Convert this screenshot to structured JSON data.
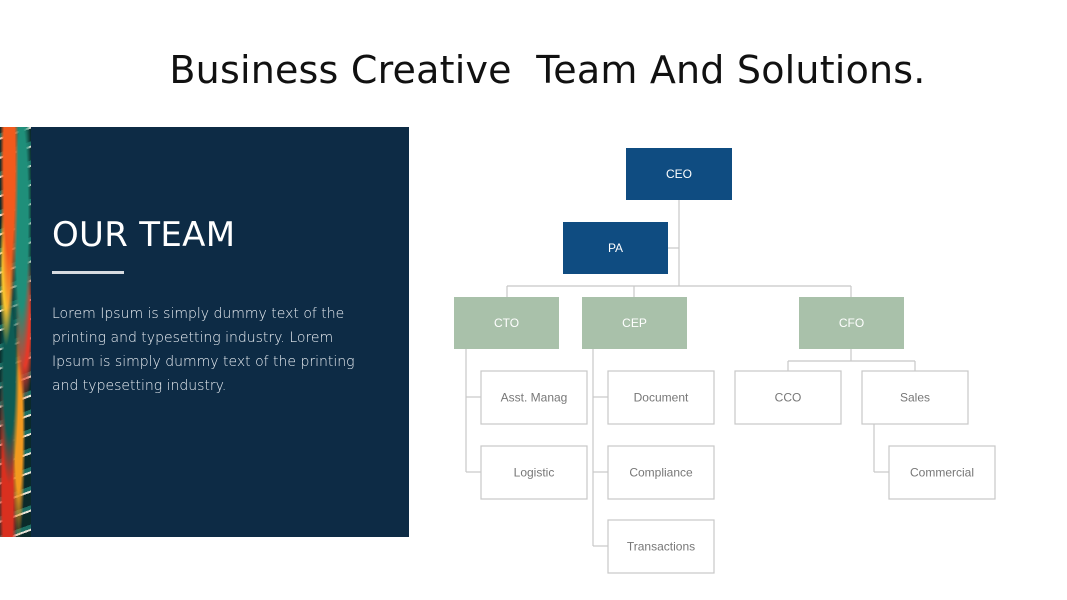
{
  "slide": {
    "title": "Business Creative  Team And Solutions."
  },
  "team_panel": {
    "heading": "OUR TEAM",
    "body": "Lorem Ipsum is simply dummy text of the printing and typesetting industry. Lorem Ipsum is simply dummy text of the printing and typesetting industry."
  },
  "org_chart": {
    "colors": {
      "executive_fill": "#0f4c81",
      "manager_fill": "#a9c1aa",
      "staff_border": "#c8c8c8",
      "connector": "#c8c8c8",
      "label_light": "#ffffff",
      "label_staff": "#777777"
    },
    "nodes": [
      {
        "id": "ceo",
        "label": "CEO",
        "level": "executive"
      },
      {
        "id": "pa",
        "label": "PA",
        "level": "executive"
      },
      {
        "id": "cto",
        "label": "CTO",
        "level": "manager"
      },
      {
        "id": "cep",
        "label": "CEP",
        "level": "manager"
      },
      {
        "id": "cfo",
        "label": "CFO",
        "level": "manager"
      },
      {
        "id": "asst",
        "label": "Asst. Manag",
        "level": "staff"
      },
      {
        "id": "logistic",
        "label": "Logistic",
        "level": "staff"
      },
      {
        "id": "document",
        "label": "Document",
        "level": "staff"
      },
      {
        "id": "compliance",
        "label": "Compliance",
        "level": "staff"
      },
      {
        "id": "transactions",
        "label": "Transactions",
        "level": "staff"
      },
      {
        "id": "cco",
        "label": "CCO",
        "level": "staff"
      },
      {
        "id": "sales",
        "label": "Sales",
        "level": "staff"
      },
      {
        "id": "commercial",
        "label": "Commercial",
        "level": "staff"
      }
    ],
    "edges": [
      [
        "ceo",
        "pa"
      ],
      [
        "ceo",
        "cto"
      ],
      [
        "ceo",
        "cep"
      ],
      [
        "ceo",
        "cfo"
      ],
      [
        "cto",
        "asst"
      ],
      [
        "cto",
        "logistic"
      ],
      [
        "cep",
        "document"
      ],
      [
        "cep",
        "compliance"
      ],
      [
        "cep",
        "transactions"
      ],
      [
        "cfo",
        "cco"
      ],
      [
        "cfo",
        "sales"
      ],
      [
        "sales",
        "commercial"
      ]
    ]
  }
}
